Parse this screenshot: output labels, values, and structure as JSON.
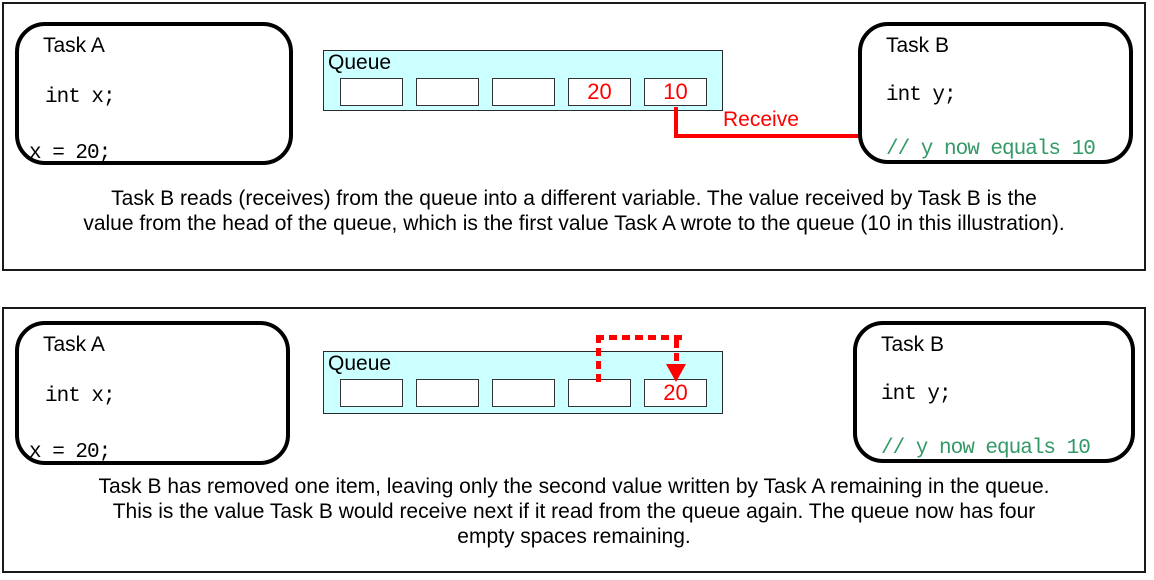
{
  "colors": {
    "queue_background": "#ccffff",
    "accent_red": "#ff0000",
    "comment_green": "#339966",
    "border_black": "#000000"
  },
  "panels": [
    {
      "task_a": {
        "title": "Task A",
        "code_lines": [
          "int x;",
          "x = 20;"
        ]
      },
      "queue": {
        "label": "Queue",
        "slots": [
          "",
          "",
          "",
          "20",
          "10"
        ]
      },
      "task_b": {
        "title": "Task B",
        "code": "int y;",
        "comment": "// y now equals 10"
      },
      "arrow_label": "Receive",
      "caption_lines": [
        "Task B reads (receives) from the queue into a different variable.  The value received by Task B is the",
        "value from the head of the queue, which is the first value Task A wrote to the queue (10 in this illustration)."
      ]
    },
    {
      "task_a": {
        "title": "Task A",
        "code_lines": [
          "int x;",
          "x = 20;"
        ]
      },
      "queue": {
        "label": "Queue",
        "slots": [
          "",
          "",
          "",
          "",
          "20"
        ]
      },
      "task_b": {
        "title": "Task B",
        "code": "int y;",
        "comment": "// y now equals 10"
      },
      "caption_lines": [
        "Task B has removed one item, leaving only the second value written by Task A remaining in the queue.",
        "This is the value Task B would receive next if it read from the queue again.  The queue now has four",
        "empty spaces remaining."
      ]
    }
  ]
}
